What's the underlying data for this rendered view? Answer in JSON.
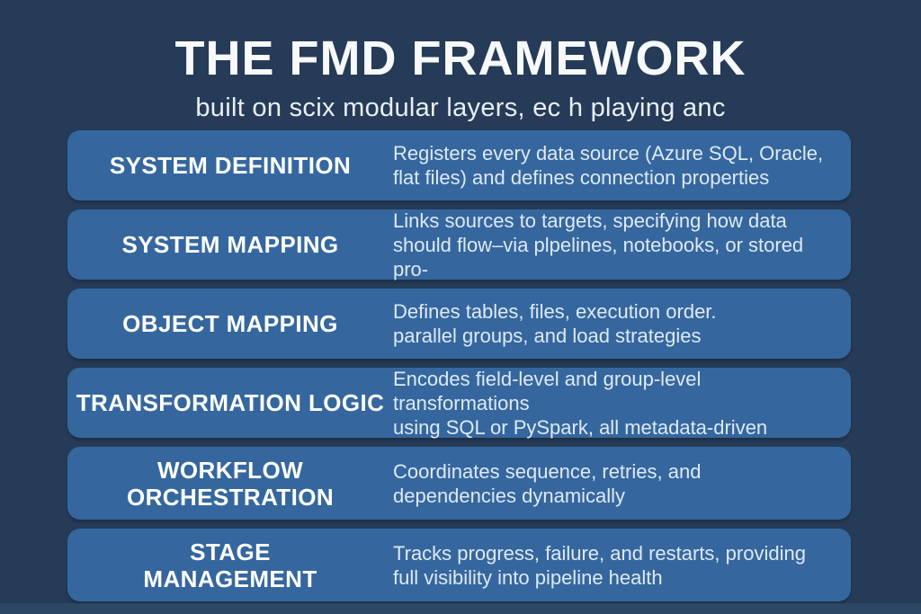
{
  "header": {
    "title": "THE FMD FRAMEWORK",
    "subtitle": "built on scix modular layers, ec h playing anc"
  },
  "colors": {
    "background": "#253B57",
    "card": "#35679E",
    "label_text": "#FFFFFF",
    "description_text": "#DFE9F4",
    "bottom_bar": "#2B4765"
  },
  "layers": [
    {
      "label": "SYSTEM DEFINITION",
      "label_lines": [
        "SYSTEM DEFINITION"
      ],
      "desc_lines": [
        "Registers every data source (Azure SQL, Oracle,",
        "flat files) and defines connection properties"
      ]
    },
    {
      "label": "SYSTEM MAPPING",
      "label_lines": [
        "SYSTEM MAPPING"
      ],
      "desc_lines": [
        "Links sources to targets, specifying how data",
        "should flow–via plpelines, notebooks, or stored pro-"
      ]
    },
    {
      "label": "OBJECT MAPPING",
      "label_lines": [
        "OBJECT MAPPING"
      ],
      "desc_lines": [
        "Defines tables, files, execution order.",
        "parallel groups, and load strategies"
      ]
    },
    {
      "label": "TRANSFORMATION LOGIC",
      "label_lines": [
        "TRANSFORMATION LOGIC"
      ],
      "desc_lines": [
        "Encodes field-level and group-level transformations",
        "using SQL or PySpark, all metadata-driven"
      ]
    },
    {
      "label": "WORKFLOW ORCHESTRATION",
      "label_lines": [
        "WORKFLOW",
        "ORCHESTRATION"
      ],
      "desc_lines": [
        "Coordinates sequence, retries, and",
        "dependencies dynamically"
      ]
    },
    {
      "label": "STAGE MANAGEMENT",
      "label_lines": [
        "STAGE",
        "MANAGEMENT"
      ],
      "desc_lines": [
        "Tracks progress, failure, and restarts, providing",
        "full visibility into pipeline health"
      ]
    }
  ]
}
